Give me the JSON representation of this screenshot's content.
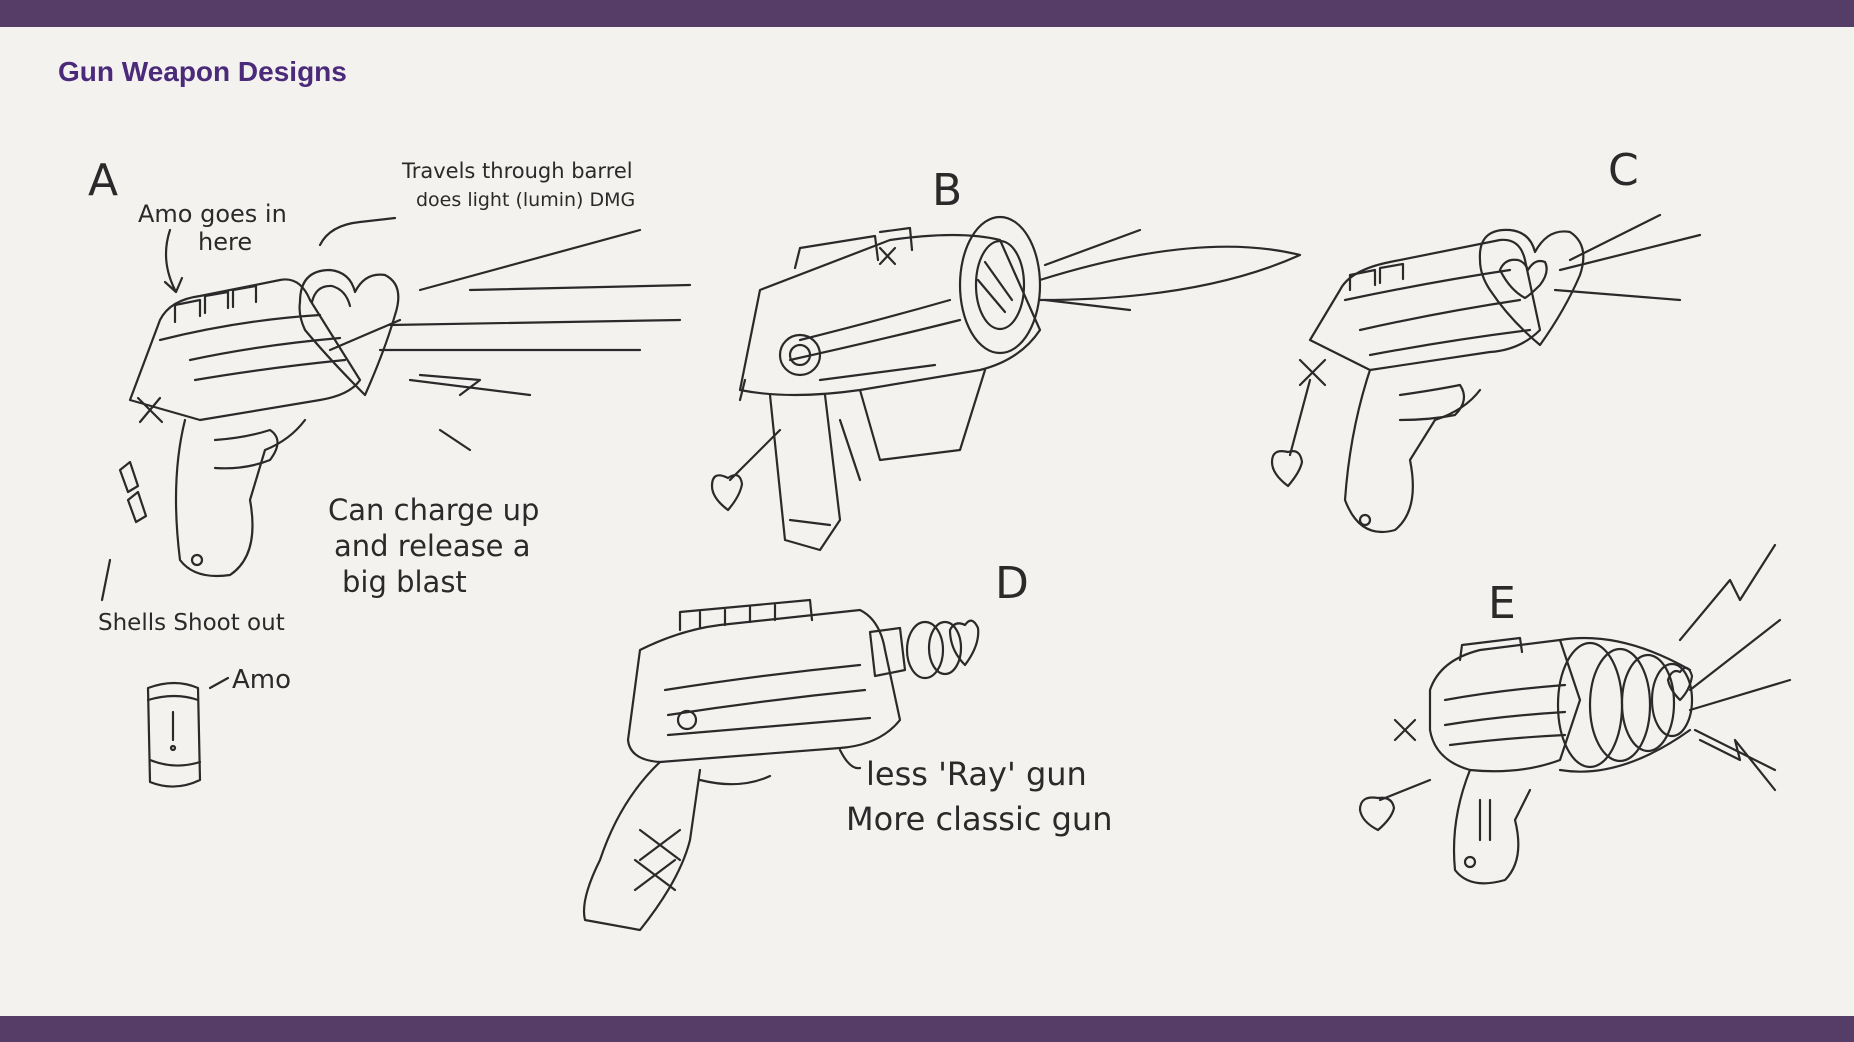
{
  "header": {
    "title": "Gun Weapon Designs",
    "bar_color": "#553d68",
    "title_color": "#4b2a7a"
  },
  "designs": {
    "a": {
      "letter": "A",
      "ammo_note_1": "Amo goes in",
      "ammo_note_2": "here",
      "travel_note_1": "Travels through barrel",
      "travel_note_2": "does light (lumin) DMG",
      "charge_note_1": "Can charge up",
      "charge_note_2": "and release a",
      "charge_note_3": "big blast",
      "shells_note": "Shells Shoot out",
      "ammo_label": "Amo"
    },
    "b": {
      "letter": "B"
    },
    "c": {
      "letter": "C"
    },
    "d": {
      "letter": "D",
      "note_1": "less 'Ray' gun",
      "note_2": "More classic gun"
    },
    "e": {
      "letter": "E"
    }
  },
  "icons": [
    "heart-icon",
    "x-icon",
    "arrow-icon"
  ]
}
